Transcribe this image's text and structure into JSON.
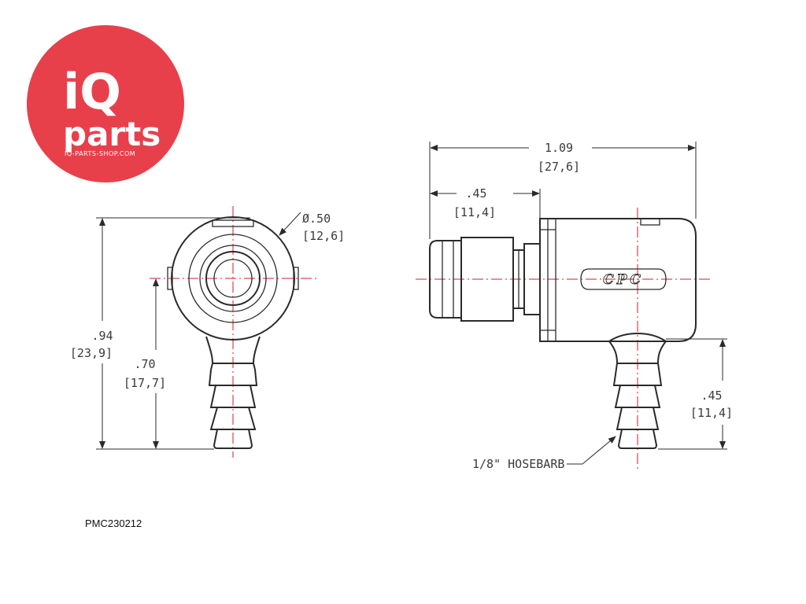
{
  "logo": {
    "brand_top": "iQ",
    "brand_bottom": "parts",
    "site": "IQ-PARTS-SHOP.COM",
    "bg_color": "#e8404b"
  },
  "front_view": {
    "diameter_in": "Ø.50",
    "diameter_mm": "[12,6]",
    "height_in": ".94",
    "height_mm": "[23,9]",
    "center_height_in": ".70",
    "center_height_mm": "[17,7]"
  },
  "side_view": {
    "length_in": "1.09",
    "length_mm": "[27,6]",
    "nose_in": ".45",
    "nose_mm": "[11,4]",
    "barb_height_in": ".45",
    "barb_height_mm": "[11,4]",
    "barb_label": "1/8\" HOSEBARB",
    "brand_mark": "CPC"
  },
  "part_code": "PMC230212",
  "colors": {
    "centerline": "#d81e1e",
    "outline": "#2b2b2b"
  }
}
